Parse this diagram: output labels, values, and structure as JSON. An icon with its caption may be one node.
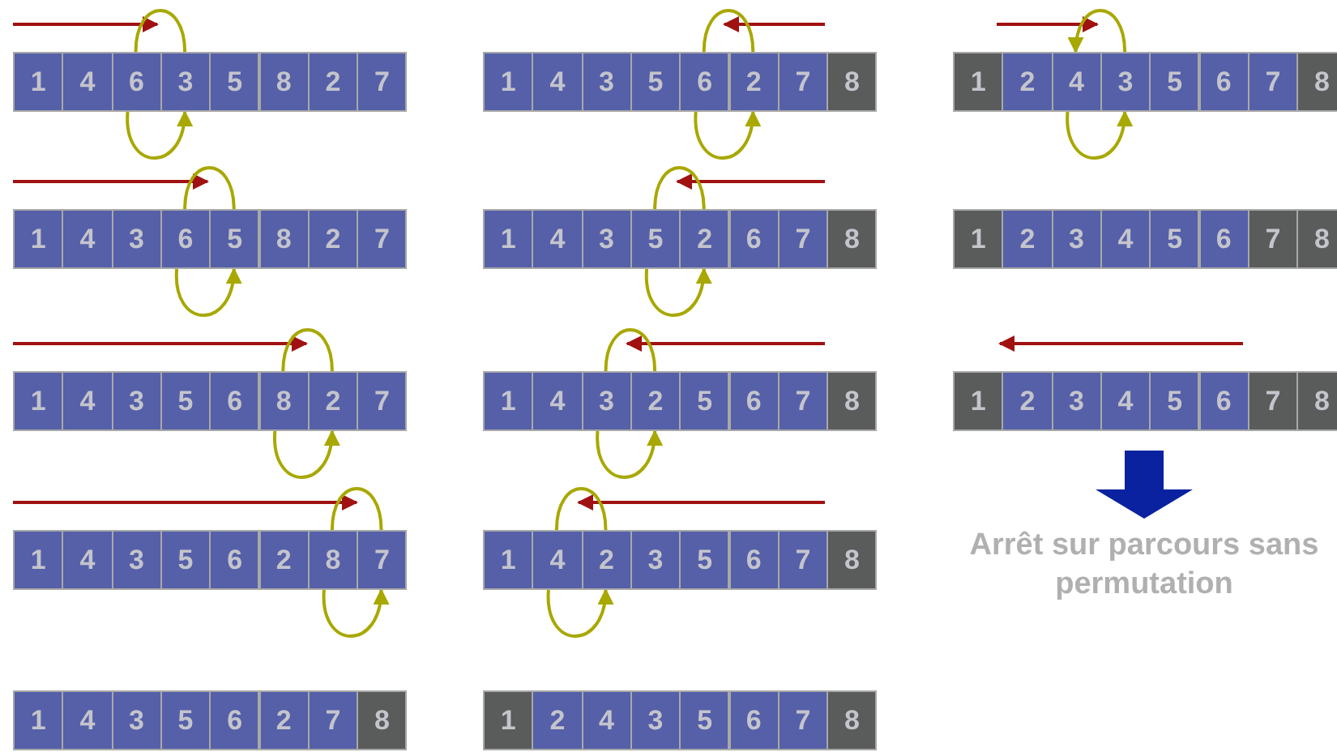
{
  "diagram": {
    "nodes": [
      {
        "text": [
          "1"
        ]
      },
      {
        "text": [
          "4"
        ]
      },
      {
        "text": [
          "6"
        ]
      },
      {
        "text": [
          "3"
        ]
      },
      {
        "text": [
          "5"
        ]
      },
      {
        "text": [
          "8"
        ]
      },
      {
        "text": [
          "2"
        ]
      },
      {
        "text": [
          "7"
        ]
      },
      {
        "text": [
          "1"
        ]
      },
      {
        "text": [
          "4"
        ]
      },
      {
        "text": [
          "3"
        ]
      },
      {
        "text": [
          "5"
        ]
      },
      {
        "text": [
          "6"
        ]
      },
      {
        "text": [
          "2"
        ]
      },
      {
        "text": [
          "7"
        ]
      },
      {
        "text": [
          "8"
        ]
      },
      {
        "text": [
          "1"
        ]
      },
      {
        "text": [
          "2"
        ]
      },
      {
        "text": [
          "4"
        ]
      },
      {
        "text": [
          "3"
        ]
      },
      {
        "text": [
          "5"
        ]
      },
      {
        "text": [
          "6"
        ]
      },
      {
        "text": [
          "7"
        ]
      },
      {
        "text": [
          "8"
        ]
      },
      {
        "text": [
          "1"
        ]
      },
      {
        "text": [
          "4"
        ]
      },
      {
        "text": [
          "3"
        ]
      },
      {
        "text": [
          "6"
        ]
      },
      {
        "text": [
          "5"
        ]
      },
      {
        "text": [
          "8"
        ]
      },
      {
        "text": [
          "2"
        ]
      },
      {
        "text": [
          "7"
        ]
      },
      {
        "text": [
          "1"
        ]
      },
      {
        "text": [
          "4"
        ]
      },
      {
        "text": [
          "3"
        ]
      },
      {
        "text": [
          "5"
        ]
      },
      {
        "text": [
          "2"
        ]
      },
      {
        "text": [
          "6"
        ]
      },
      {
        "text": [
          "7"
        ]
      },
      {
        "text": [
          "8"
        ]
      },
      {
        "text": [
          "1"
        ]
      },
      {
        "text": [
          "2"
        ]
      },
      {
        "text": [
          "3"
        ]
      },
      {
        "text": [
          "4"
        ]
      },
      {
        "text": [
          "5"
        ]
      },
      {
        "text": [
          "6"
        ]
      },
      {
        "text": [
          "7"
        ]
      },
      {
        "text": [
          "8"
        ]
      },
      {
        "text": [
          "1"
        ]
      },
      {
        "text": [
          "4"
        ]
      },
      {
        "text": [
          "3"
        ]
      },
      {
        "text": [
          "5"
        ]
      },
      {
        "text": [
          "6"
        ]
      },
      {
        "text": [
          "8"
        ]
      },
      {
        "text": [
          "2"
        ]
      },
      {
        "text": [
          "7"
        ]
      },
      {
        "text": [
          "1"
        ]
      },
      {
        "text": [
          "4"
        ]
      },
      {
        "text": [
          "3"
        ]
      },
      {
        "text": [
          "2"
        ]
      },
      {
        "text": [
          "5"
        ]
      },
      {
        "text": [
          "6"
        ]
      },
      {
        "text": [
          "7"
        ]
      },
      {
        "text": [
          "8"
        ]
      },
      {
        "text": [
          "1"
        ]
      },
      {
        "text": [
          "2"
        ]
      },
      {
        "text": [
          "3"
        ]
      },
      {
        "text": [
          "4"
        ]
      },
      {
        "text": [
          "5"
        ]
      },
      {
        "text": [
          "6"
        ]
      },
      {
        "text": [
          "7"
        ]
      },
      {
        "text": [
          "8"
        ]
      },
      {
        "text": [
          "1"
        ]
      },
      {
        "text": [
          "4"
        ]
      },
      {
        "text": [
          "3"
        ]
      },
      {
        "text": [
          "5"
        ]
      },
      {
        "text": [
          "6"
        ]
      },
      {
        "text": [
          "2"
        ]
      },
      {
        "text": [
          "8"
        ]
      },
      {
        "text": [
          "7"
        ]
      },
      {
        "text": [
          "1"
        ]
      },
      {
        "text": [
          "4"
        ]
      },
      {
        "text": [
          "2"
        ]
      },
      {
        "text": [
          "3"
        ]
      },
      {
        "text": [
          "5"
        ]
      },
      {
        "text": [
          "6"
        ]
      },
      {
        "text": [
          "7"
        ]
      },
      {
        "text": [
          "8"
        ]
      },
      {
        "text": [
          "1"
        ]
      },
      {
        "text": [
          "4"
        ]
      },
      {
        "text": [
          "3"
        ]
      },
      {
        "text": [
          "5"
        ]
      },
      {
        "text": [
          "6"
        ]
      },
      {
        "text": [
          "2"
        ]
      },
      {
        "text": [
          "7"
        ]
      },
      {
        "text": [
          "8"
        ]
      },
      {
        "text": [
          "1"
        ]
      },
      {
        "text": [
          "2"
        ]
      },
      {
        "text": [
          "4"
        ]
      },
      {
        "text": [
          "3"
        ]
      },
      {
        "text": [
          "5"
        ]
      },
      {
        "text": [
          "6"
        ]
      },
      {
        "text": [
          "7"
        ]
      },
      {
        "text": [
          "8"
        ]
      }
    ],
    "edges": [
      {
        "from": 2,
        "to": 3,
        "arrow": "none"
      },
      {
        "from": 2,
        "to": 3,
        "arrow": "to"
      },
      {
        "from": 12,
        "to": 13,
        "arrow": "none"
      },
      {
        "from": 12,
        "to": 13,
        "arrow": "to"
      },
      {
        "from": 19,
        "to": 18,
        "arrow": "to"
      },
      {
        "from": 18,
        "to": 19,
        "arrow": "to"
      },
      {
        "from": 27,
        "to": 28,
        "arrow": "none"
      },
      {
        "from": 27,
        "to": 28,
        "arrow": "to"
      },
      {
        "from": 35,
        "to": 36,
        "arrow": "none"
      },
      {
        "from": 35,
        "to": 36,
        "arrow": "to"
      },
      {
        "from": 53,
        "to": 54,
        "arrow": "none"
      },
      {
        "from": 53,
        "to": 54,
        "arrow": "to"
      },
      {
        "from": 58,
        "to": 59,
        "arrow": "none"
      },
      {
        "from": 58,
        "to": 59,
        "arrow": "to"
      },
      {
        "from": 78,
        "to": 79,
        "arrow": "none"
      },
      {
        "from": 78,
        "to": 79,
        "arrow": "to"
      },
      {
        "from": 81,
        "to": 82,
        "arrow": "none"
      },
      {
        "from": 81,
        "to": 82,
        "arrow": "to"
      }
    ],
    "labels": [
      "Arrêt sur parcours sans permutation"
    ]
  }
}
